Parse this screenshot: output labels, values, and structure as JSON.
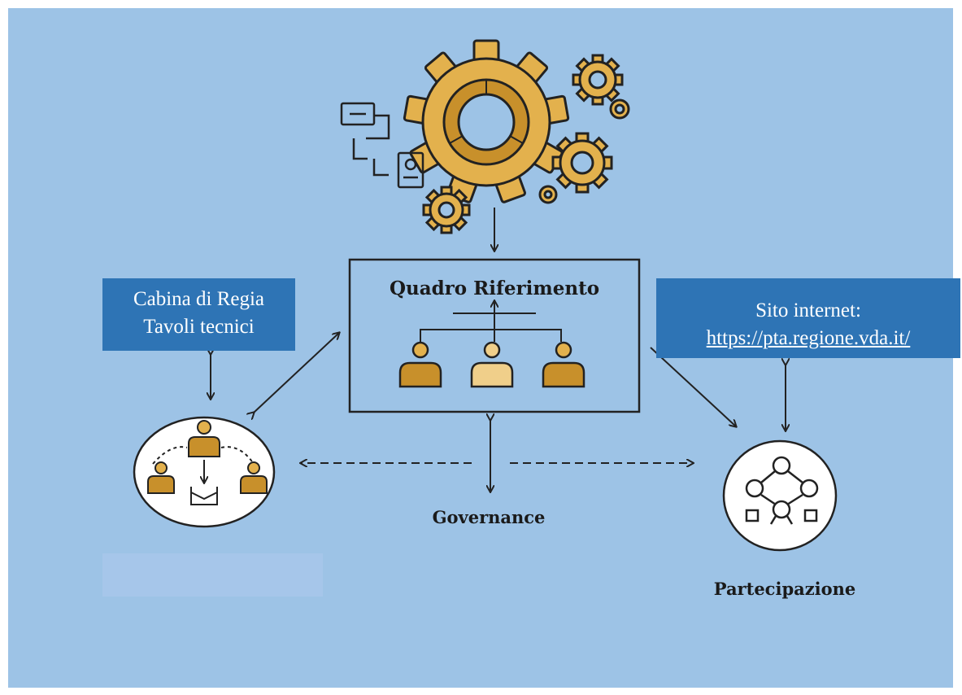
{
  "diagram": {
    "center_box": {
      "title": "Quadro Riferimento"
    },
    "left_box": {
      "line1": "Cabina di Regia",
      "line2": "Tavoli tecnici"
    },
    "right_box": {
      "line1": "Sito internet:",
      "link": "https://pta.regione.vda.it/"
    },
    "bottom_center_label": "Governance",
    "right_label": "Partecipazione"
  },
  "colors": {
    "background": "#9dc3e6",
    "label_box": "#2e74b5",
    "gear_gold": "#e3b14d",
    "gear_dark": "#c8902b",
    "outline": "#222222"
  },
  "icons": [
    "process-flow-icon",
    "gears-icon",
    "org-hierarchy-icon",
    "team-collaboration-icon",
    "network-participation-icon"
  ]
}
